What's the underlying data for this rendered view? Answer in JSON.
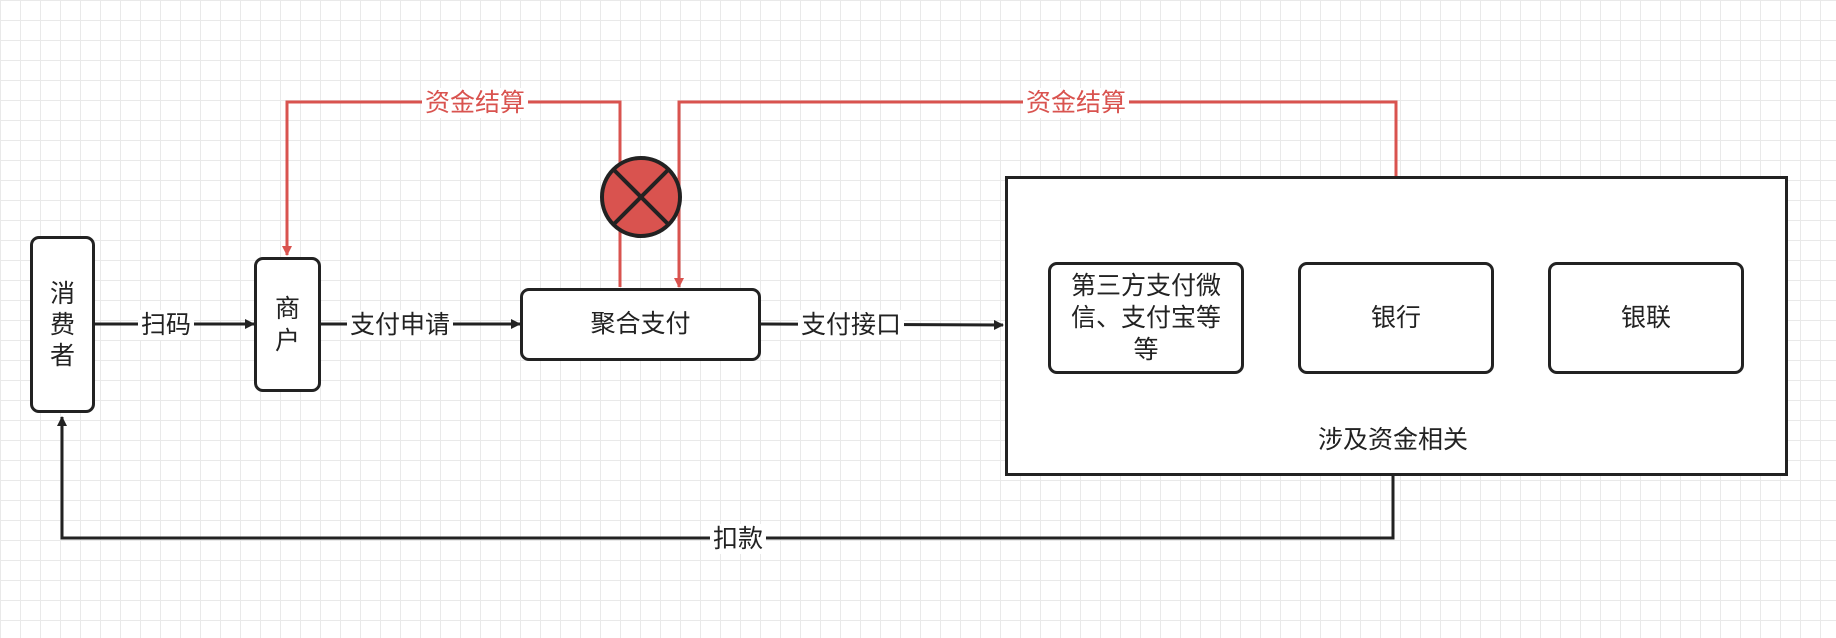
{
  "nodes": {
    "consumer": "消费者",
    "merchant": "商户",
    "aggregator": "聚合支付",
    "third_party": "第三方支付微信、支付宝等等",
    "bank": "银行",
    "unionpay": "银联",
    "group_caption": "涉及资金相关"
  },
  "edges": {
    "scan": "扫码",
    "pay_request": "支付申请",
    "pay_interface": "支付接口",
    "deduction": "扣款",
    "settlement_left": "资金结算",
    "settlement_right": "资金结算"
  },
  "colors": {
    "line": "#222222",
    "settlement": "#d9534f",
    "blocked_circle": "#d9534f"
  }
}
